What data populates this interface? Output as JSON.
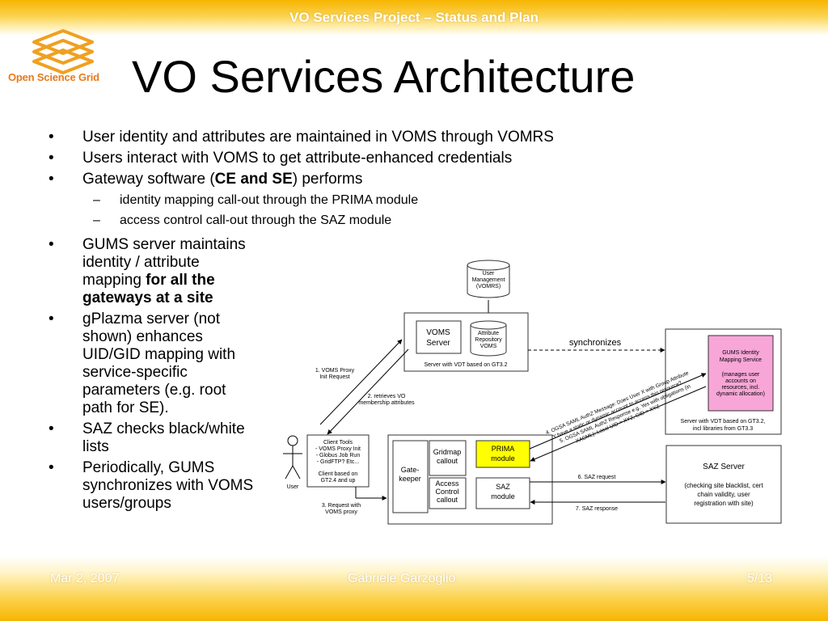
{
  "header": {
    "title": "VO Services Project – Status and Plan"
  },
  "logo": {
    "text": "Open Science Grid"
  },
  "slide": {
    "title": "VO Services Architecture"
  },
  "bullets": [
    {
      "text": "User identity and  attributes are maintained in VOMS through VOMRS"
    },
    {
      "text": "Users interact with VOMS to get attribute-enhanced credentials"
    },
    {
      "before": "Gateway software (",
      "bold": "CE and SE",
      "after": ") performs"
    }
  ],
  "sub_bullets": [
    {
      "text": "identity mapping  call-out through the PRIMA module"
    },
    {
      "text": "access control call-out through the SAZ module"
    }
  ],
  "left_bullets": [
    {
      "text": "GUMS server maintains identity / attribute mapping ",
      "bold": "for all the gateways at a site"
    },
    {
      "text": "gPlazma server (not shown) enhances UID/GID mapping with service-specific parameters (e.g. root path for SE)."
    },
    {
      "text": "SAZ checks black/white lists"
    },
    {
      "text": "Periodically, GUMS synchronizes with VOMS users/groups"
    }
  ],
  "bullet_char": "•",
  "dash_char": "–",
  "diagram": {
    "user_mgmt": [
      "User",
      "Management",
      "(VOMRS)"
    ],
    "voms_server": [
      "VOMS",
      "Server"
    ],
    "attr_repo": [
      "Attribute",
      "Repository",
      "VOMS"
    ],
    "voms_caption": "Server with VDT based on GT3.2",
    "synchronizes": "synchronizes",
    "gums_title": [
      "GUMS Identity",
      "Mapping Service"
    ],
    "gums_desc": [
      "(manages user",
      "accounts on",
      "resources, incl.",
      "dynamic allocation)"
    ],
    "gums_caption": [
      "Server with VDT based on GT3.2,",
      "incl libraries from GT3.3"
    ],
    "step1": [
      "1. VOMS Proxy",
      "Init Request"
    ],
    "step2": [
      "2. retrieves VO",
      "membership attributes"
    ],
    "client_tools": [
      "Client Tools",
      "- VOMS Proxy Init",
      "- Globus Job Run",
      "- GridFTP? Etc..."
    ],
    "client_caption": [
      "Client based on",
      "GT2.4 and up"
    ],
    "user_label": "User",
    "gatekeeper": [
      "Gate-",
      "keeper"
    ],
    "gridmap": [
      "Gridmap",
      "callout"
    ],
    "prima": [
      "PRIMA",
      "module"
    ],
    "access": [
      "Access",
      "Control",
      "callout"
    ],
    "saz_module": [
      "SAZ",
      "module"
    ],
    "step3": [
      "3. Request with",
      "VOMS proxy"
    ],
    "step4": "4. OGSA SAML AuthZ Message: Does User X with Group Attribute",
    "step4b": "Y have a static or dynamic account to access this resource?",
    "step5": "5. OGSA SAML AuthZ Response e.g. Yes with obligations (in",
    "step5b": "XACML): Local UID = XYZ, GID = XYZ",
    "step6": "6. SAZ request",
    "step7": "7. SAZ response",
    "saz_server_title": "SAZ Server",
    "saz_server_desc": [
      "(checking site blacklist, cert",
      "chain validity, user",
      "registration with site)"
    ],
    "colors": {
      "highlight_yellow": "#ffff00",
      "gums_pink": "#f8a6d8"
    }
  },
  "footer": {
    "date": "Mar 2, 2007",
    "author": "Gabriele Garzoglio",
    "page": "5/13"
  }
}
